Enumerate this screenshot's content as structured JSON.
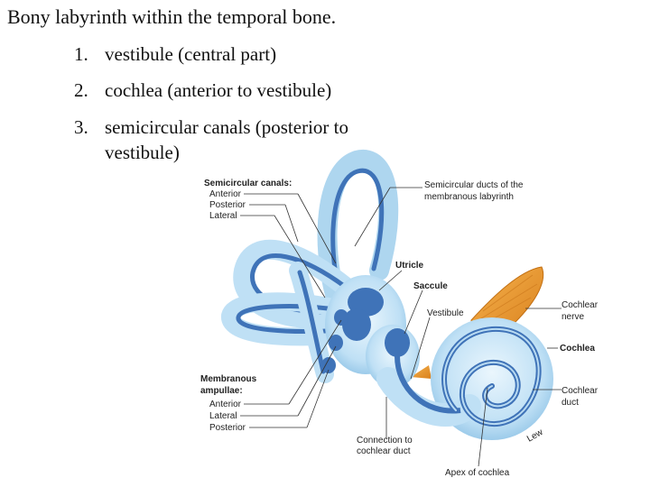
{
  "slide": {
    "title": "Bony labyrinth within the temporal bone.",
    "items": [
      {
        "num": "1.",
        "text": "vestibule (central part)"
      },
      {
        "num": "2.",
        "text": "cochlea (anterior to vestibule)"
      },
      {
        "num": "3.",
        "text": "semicircular canals (posterior to vestibule)"
      }
    ]
  },
  "figure": {
    "semicircular_canals_heading": "Semicircular canals:",
    "semicircular_canals": [
      "Anterior",
      "Posterior",
      "Lateral"
    ],
    "semicircular_ducts": [
      "Semicircular ducts of the",
      "membranous labyrinth"
    ],
    "utricle": "Utricle",
    "saccule": "Saccule",
    "vestibule": "Vestibule",
    "cochlear_nerve": [
      "Cochlear",
      "nerve"
    ],
    "cochlea": "Cochlea",
    "cochlear_duct": [
      "Cochlear",
      "duct"
    ],
    "membranous_ampullae_heading": [
      "Membranous",
      "ampullae:"
    ],
    "membranous_ampullae": [
      "Anterior",
      "Lateral",
      "Posterior"
    ],
    "connection": [
      "Connection to",
      "cochlear duct"
    ],
    "apex": "Apex of cochlea",
    "signature": "Lew",
    "colors": {
      "bone": "#bfe0f5",
      "duct": "#3f73b8",
      "nerve": "#e9962f"
    }
  }
}
